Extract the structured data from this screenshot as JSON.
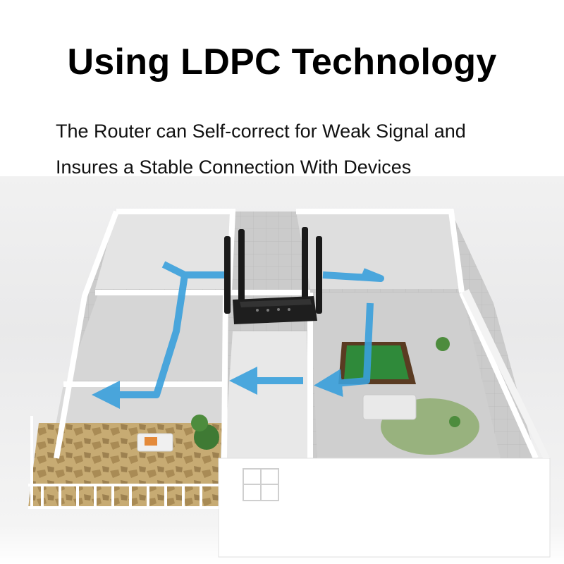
{
  "heading": {
    "title": "Using LDPC Technology",
    "subtitle_line1": "The Router can Self-correct for Weak Signal and",
    "subtitle_line2": "Insures a Stable Connection With Devices"
  },
  "colors": {
    "title": "#000000",
    "wall": "#ffffff",
    "floor": "#cfcfcf",
    "signal_arrow": "#3aa0dc",
    "router_body": "#1a1a1a",
    "pool_table": "#2f8a3a",
    "rug": "#98b27e",
    "patio_stone": "#b89a64"
  },
  "icons": {
    "router": "wifi-router-icon",
    "signal_path": "signal-arrow-icon"
  }
}
